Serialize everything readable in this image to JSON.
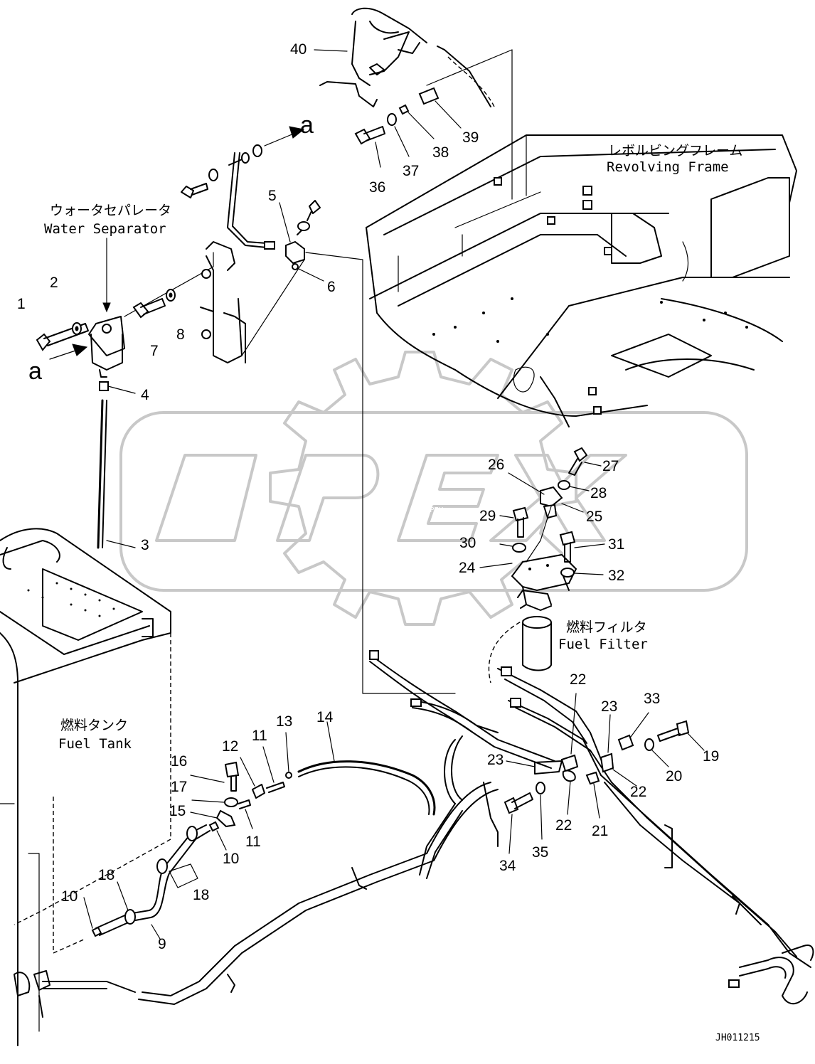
{
  "labels": {
    "water_separator_jp": "ウォータセパレータ",
    "water_separator_en": "Water Separator",
    "revolving_frame_jp": "レボルビングフレーム",
    "revolving_frame_en": "Revolving Frame",
    "fuel_filter_jp": "燃料フィルタ",
    "fuel_filter_en": "Fuel Filter",
    "fuel_tank_jp": "燃料タンク",
    "fuel_tank_en": "Fuel Tank"
  },
  "markers": {
    "a_top": "a",
    "a_left": "a"
  },
  "watermark": "OPEX",
  "document_id": "JH011215",
  "callouts": [
    {
      "id": "c1",
      "text": "1"
    },
    {
      "id": "c2",
      "text": "2"
    },
    {
      "id": "c3",
      "text": "3"
    },
    {
      "id": "c4",
      "text": "4"
    },
    {
      "id": "c5",
      "text": "5"
    },
    {
      "id": "c6",
      "text": "6"
    },
    {
      "id": "c7",
      "text": "7"
    },
    {
      "id": "c8",
      "text": "8"
    },
    {
      "id": "c9",
      "text": "9"
    },
    {
      "id": "c10a",
      "text": "10"
    },
    {
      "id": "c10b",
      "text": "10"
    },
    {
      "id": "c11a",
      "text": "11"
    },
    {
      "id": "c11b",
      "text": "11"
    },
    {
      "id": "c12",
      "text": "12"
    },
    {
      "id": "c13",
      "text": "13"
    },
    {
      "id": "c14",
      "text": "14"
    },
    {
      "id": "c15",
      "text": "15"
    },
    {
      "id": "c16",
      "text": "16"
    },
    {
      "id": "c17",
      "text": "17"
    },
    {
      "id": "c18a",
      "text": "18"
    },
    {
      "id": "c18b",
      "text": "18"
    },
    {
      "id": "c19",
      "text": "19"
    },
    {
      "id": "c20",
      "text": "20"
    },
    {
      "id": "c21",
      "text": "21"
    },
    {
      "id": "c22a",
      "text": "22"
    },
    {
      "id": "c22b",
      "text": "22"
    },
    {
      "id": "c22c",
      "text": "22"
    },
    {
      "id": "c23a",
      "text": "23"
    },
    {
      "id": "c23b",
      "text": "23"
    },
    {
      "id": "c24",
      "text": "24"
    },
    {
      "id": "c25",
      "text": "25"
    },
    {
      "id": "c26",
      "text": "26"
    },
    {
      "id": "c27",
      "text": "27"
    },
    {
      "id": "c28",
      "text": "28"
    },
    {
      "id": "c29",
      "text": "29"
    },
    {
      "id": "c30",
      "text": "30"
    },
    {
      "id": "c31",
      "text": "31"
    },
    {
      "id": "c32",
      "text": "32"
    },
    {
      "id": "c33",
      "text": "33"
    },
    {
      "id": "c34",
      "text": "34"
    },
    {
      "id": "c35",
      "text": "35"
    },
    {
      "id": "c36",
      "text": "36"
    },
    {
      "id": "c37",
      "text": "37"
    },
    {
      "id": "c38",
      "text": "38"
    },
    {
      "id": "c39",
      "text": "39"
    },
    {
      "id": "c40",
      "text": "40"
    }
  ]
}
